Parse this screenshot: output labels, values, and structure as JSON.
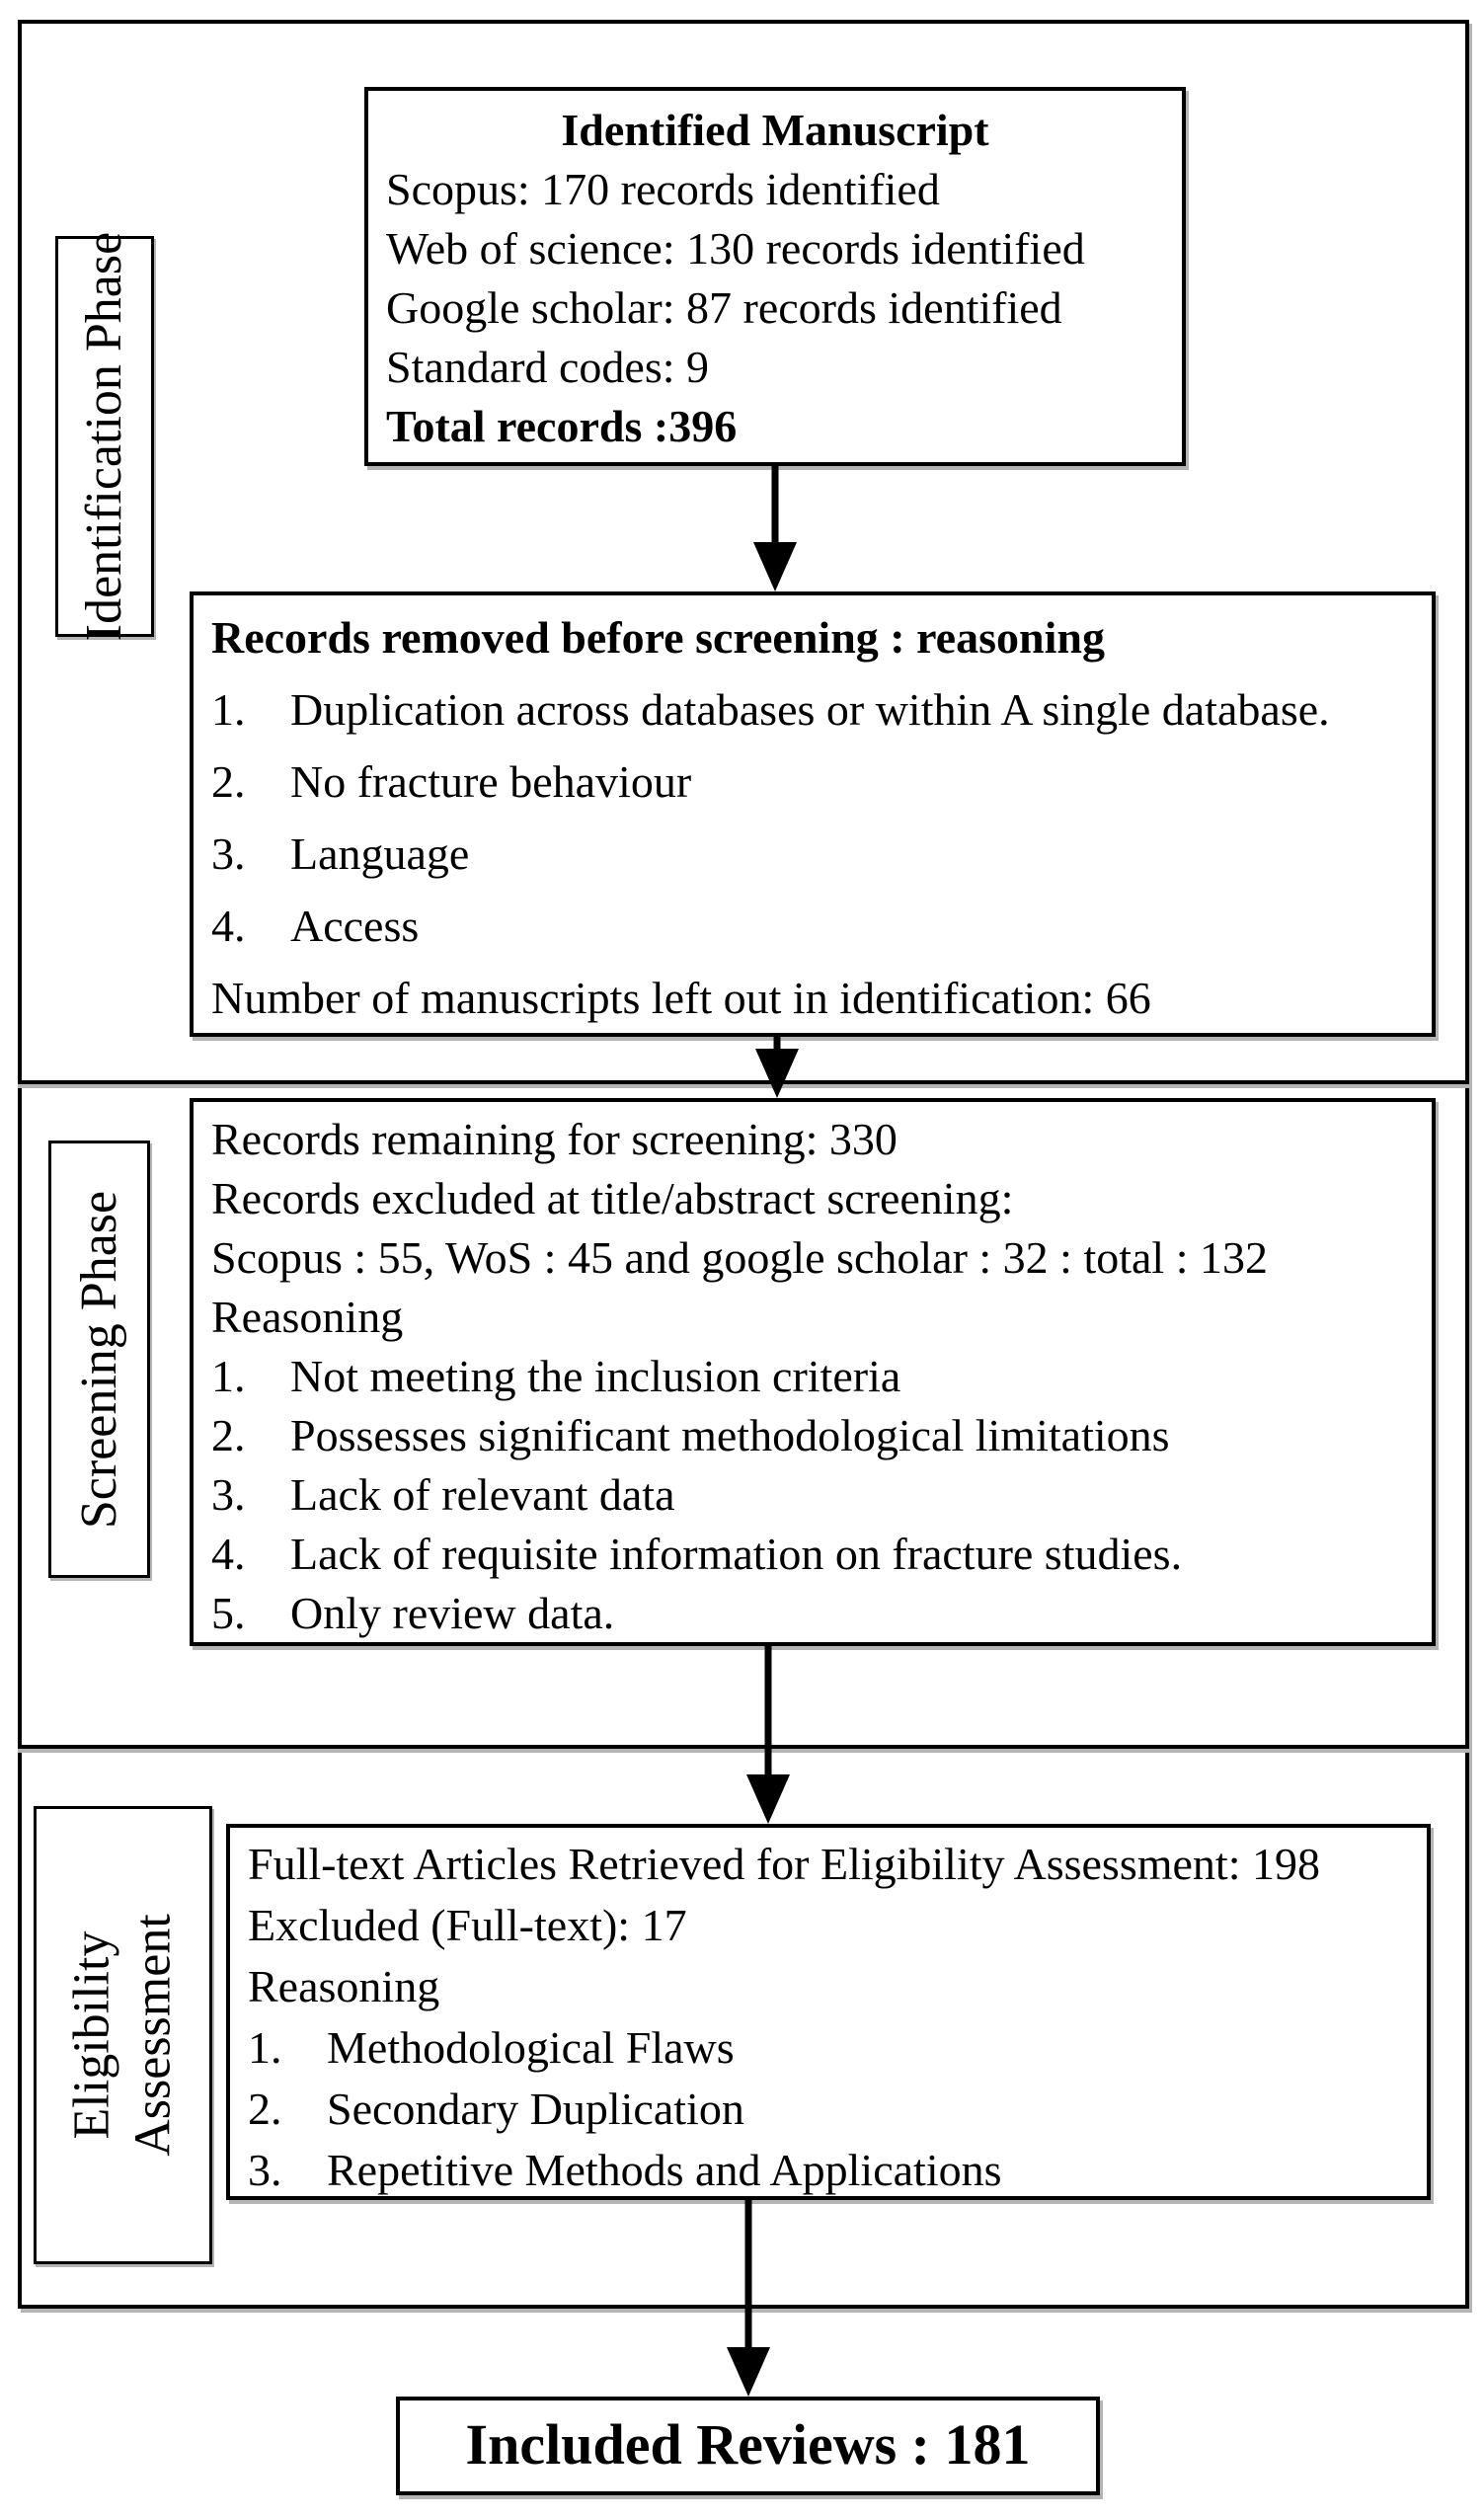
{
  "colors": {
    "border": "#000000",
    "background": "#ffffff",
    "text": "#000000",
    "shadow": "#b4b4b4"
  },
  "phase_labels": {
    "identification": "Identification Phase",
    "screening": "Screening Phase",
    "eligibility_line1": "Eligibility",
    "eligibility_line2": "Assessment"
  },
  "identified_box": {
    "title": "Identified Manuscript",
    "lines": [
      "Scopus: 170 records identified",
      "Web of science: 130 records identified",
      "Google scholar: 87 records identified",
      "Standard codes: 9"
    ],
    "total": "Total records :396"
  },
  "removed_box": {
    "title": "Records removed before screening : reasoning",
    "items": [
      {
        "num": "1.",
        "text": "Duplication across databases or within A single database."
      },
      {
        "num": "2.",
        "text": "No fracture behaviour"
      },
      {
        "num": "3.",
        "text": "Language"
      },
      {
        "num": "4.",
        "text": "Access"
      }
    ],
    "footer": "Number of manuscripts left out in identification: 66"
  },
  "screening_box": {
    "lines": [
      "Records remaining for screening: 330",
      "Records excluded at title/abstract screening:",
      "Scopus : 55, WoS : 45 and google scholar : 32 : total : 132",
      "Reasoning"
    ],
    "items": [
      {
        "num": "1.",
        "text": "Not meeting the inclusion criteria"
      },
      {
        "num": "2.",
        "text": "Possesses significant methodological limitations"
      },
      {
        "num": "3.",
        "text": "Lack of relevant data"
      },
      {
        "num": "4.",
        "text": "Lack of requisite information on fracture studies."
      },
      {
        "num": "5.",
        "text": "Only review data."
      }
    ]
  },
  "eligibility_box": {
    "lines": [
      "Full-text Articles Retrieved for Eligibility Assessment: 198",
      "Excluded (Full-text): 17",
      "Reasoning"
    ],
    "items": [
      {
        "num": "1.",
        "text": "Methodological Flaws"
      },
      {
        "num": "2.",
        "text": "Secondary Duplication"
      },
      {
        "num": "3.",
        "text": "Repetitive Methods and Applications"
      }
    ]
  },
  "included_box": {
    "text": "Included Reviews : 181"
  }
}
